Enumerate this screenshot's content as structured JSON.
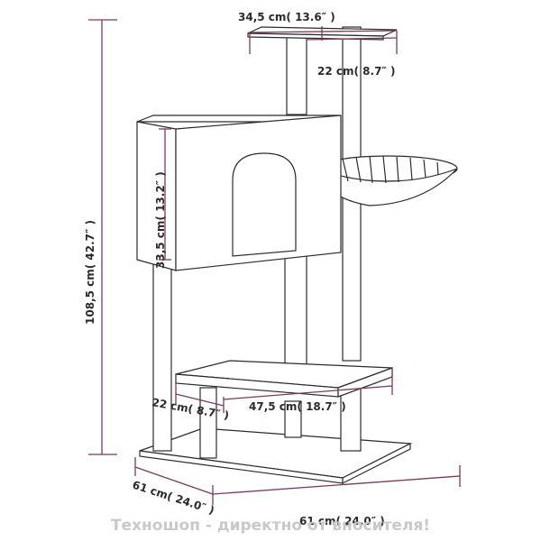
{
  "dimensions": {
    "top_width": "34,5 cm( 13.6″ )",
    "top_depth": "22 cm( 8.7″ )",
    "total_height": "108,5 cm( 42.7″ )",
    "house_height": "33,5 cm( 13.2″ )",
    "platform_width": "47,5 cm( 18.7″ )",
    "platform_depth": "22 cm( 8.7″ )",
    "base_depth": "61 cm( 24.0″ )",
    "base_width": "61 cm( 24.0″ )"
  },
  "watermark": "Техношоп - директно от вносителя!",
  "colors": {
    "dimension_line": "#7a3a5c",
    "outline": "#2b2b2b",
    "watermark": "#c9c9c9"
  }
}
